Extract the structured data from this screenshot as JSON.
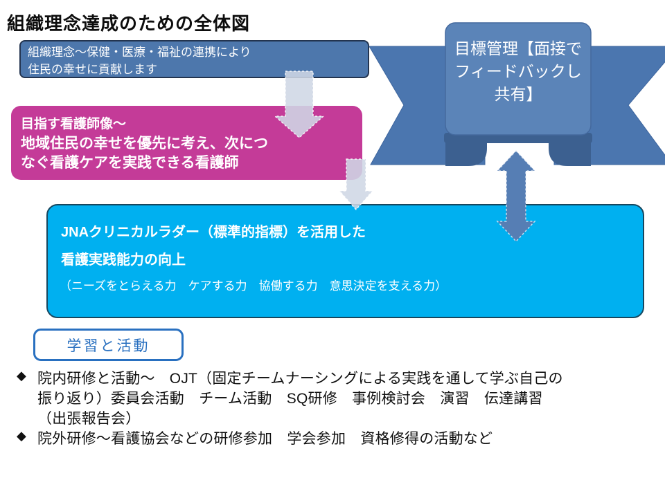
{
  "slide": {
    "title": "組織理念達成のための全体図"
  },
  "philosophy_box": {
    "lines": [
      "組織理念～保健・医療・福祉の連携により",
      "住民の幸せに貢献します"
    ]
  },
  "vision_box": {
    "heading": "目指す看護師像～",
    "body_lines": [
      "地域住民の幸せを優先に考え、次につ",
      "なぐ看護ケアを実践できる看護師"
    ]
  },
  "ribbon_banner": {
    "lines": [
      "目標管理【面接で",
      "フィードバックし",
      "共有】"
    ]
  },
  "ladder_box": {
    "lines": [
      "JNAクリニカルラダー（標準的指標）を活用した",
      "看護実践能力の向上"
    ],
    "sub_line": "（ニーズをとらえる力　ケアする力　協働する力　意思決定を支える力）"
  },
  "learning_label": {
    "text": "学習と活動"
  },
  "bullets": {
    "marker": "◆",
    "items": [
      {
        "lines": [
          "院内研修と活動～　OJT（固定チームナーシングによる実践を通して学ぶ自己の",
          "振り返り）委員会活動　チーム活動　SQ研修　事例検討会　演習　伝達講習",
          "（出張報告会）"
        ]
      },
      {
        "lines": [
          "院外研修～看護協会などの研修参加　学会参加　資格修得の活動など"
        ]
      }
    ]
  },
  "colors": {
    "philosophy_fill": "#4d77ac",
    "vision_fill": "#c43b98",
    "ladder_fill": "#00b0f0",
    "ribbon_panel": "#5b84b8",
    "ribbon_wing": "#4b76af",
    "ribbon_fold": "#3c6090",
    "double_arrow": "#567eb4",
    "connector_gray": "#cfd7e5",
    "learning_blue": "#2970c0"
  }
}
